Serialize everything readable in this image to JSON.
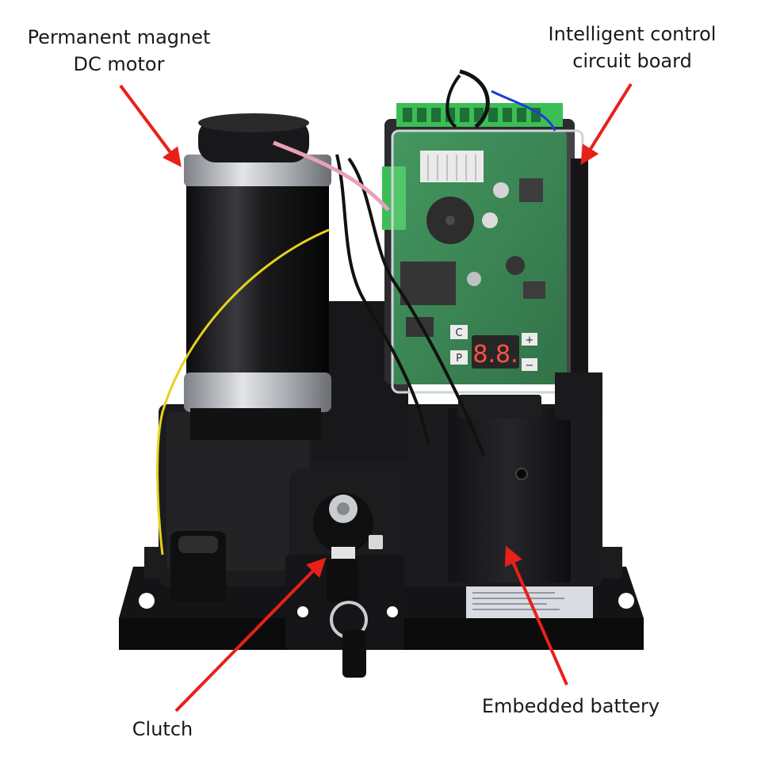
{
  "labels": {
    "motor": [
      "Permanent magnet",
      "DC motor"
    ],
    "board": [
      "Intelligent control",
      "circuit board"
    ],
    "clutch": "Clutch",
    "battery": "Embedded battery"
  },
  "display": {
    "digits": "8.8.",
    "button_c": "C",
    "button_p": "P",
    "button_plus": "+",
    "button_minus": "−"
  },
  "colors": {
    "arrow": "#e8201a",
    "housing": "#1c1c1e",
    "pcb": "#1f7a3e",
    "terminal": "#3cbd56",
    "display_digit": "#ff3b2a",
    "steel": "#b8bcc2",
    "wire_yellow": "#e6d21a"
  }
}
